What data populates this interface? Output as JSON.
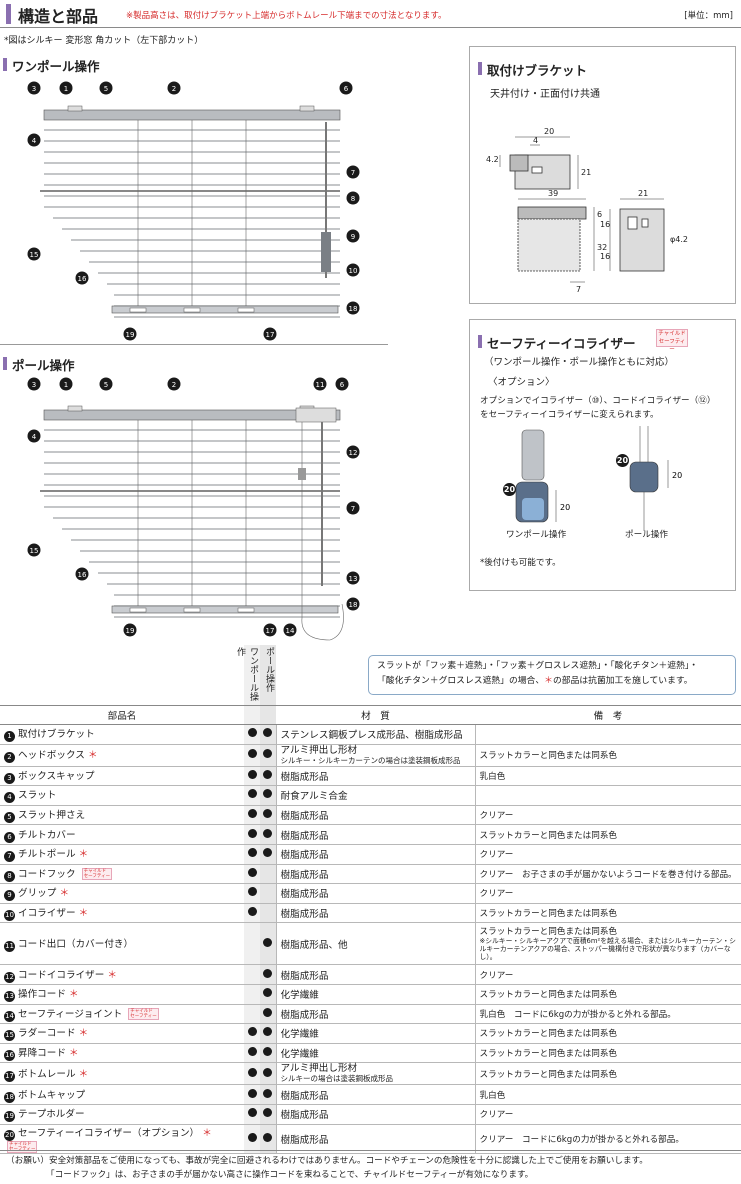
{
  "header": {
    "title": "構造と部品",
    "note": "※製品高さは、取付けブラケット上端からボトムレール下端までの寸法となります。",
    "unit": "[単位：mm]"
  },
  "diagram_note": "*図はシルキー 変形窓 角カット（左下部カット）",
  "sections": {
    "one_pole": "ワンポール操作",
    "pole": "ポール操作",
    "bracket": "取付けブラケット",
    "safety": "セーフティーイコライザー"
  },
  "bracket": {
    "subtitle": "天井付け・正面付け共通",
    "dims": [
      "4.2",
      "20",
      "4",
      "21",
      "39",
      "6",
      "32",
      "7",
      "21",
      "16",
      "16",
      "φ4.2"
    ]
  },
  "safety": {
    "line1": "（ワンポール操作・ポール操作ともに対応）",
    "line2": "〈オプション〉",
    "desc1": "オプションでイコライザー（⑩）、コードイコライザー（⑫）",
    "desc2": "をセーフティーイコライザーに変えられます。",
    "label_a": "ワンポール操作",
    "label_b": "ポール操作",
    "dim": "20",
    "note": "*後付けも可能です。",
    "badge": "20"
  },
  "child_tag": {
    "l1": "チャイルド",
    "l2": "セーフティー"
  },
  "callouts": {
    "one_pole": [
      "3",
      "1",
      "5",
      "2",
      "6",
      "4",
      "7",
      "8",
      "9",
      "10",
      "15",
      "16",
      "18",
      "19",
      "17"
    ],
    "pole": [
      "3",
      "1",
      "5",
      "2",
      "11",
      "6",
      "4",
      "12",
      "7",
      "15",
      "16",
      "13",
      "18",
      "19",
      "17",
      "14"
    ]
  },
  "antibac": {
    "l1": "スラットが「フッ素＋遮熱」・「フッ素＋グロスレス遮熱」・「酸化チタン＋遮熱」・",
    "l2": "「酸化チタン＋グロスレス遮熱」の場合、",
    "mark": "＊",
    "l3": "の部品は抗菌加工を施しています。"
  },
  "table": {
    "headers": {
      "name": "部品名",
      "col_a": "ワンポール操作",
      "col_b": "ポール操作",
      "material": "材　質",
      "remarks": "備　考"
    },
    "rows": [
      {
        "n": "1",
        "name": "取付けブラケット",
        "ast": "",
        "tag": false,
        "a": true,
        "b": true,
        "mat": "ステンレス鋼板プレス成形品、樹脂成形品",
        "mat2": "",
        "rem": "",
        "rem2": ""
      },
      {
        "n": "2",
        "name": "ヘッドボックス",
        "ast": "＊",
        "tag": false,
        "a": true,
        "b": true,
        "mat": "アルミ押出し形材",
        "mat2": "シルキー・シルキーカーテンの場合は塗装鋼板成形品",
        "rem": "スラットカラーと同色または同系色",
        "rem2": ""
      },
      {
        "n": "3",
        "name": "ボックスキャップ",
        "ast": "",
        "tag": false,
        "a": true,
        "b": true,
        "mat": "樹脂成形品",
        "mat2": "",
        "rem": "乳白色",
        "rem2": ""
      },
      {
        "n": "4",
        "name": "スラット",
        "ast": "",
        "tag": false,
        "a": true,
        "b": true,
        "mat": "耐食アルミ合金",
        "mat2": "",
        "rem": "",
        "rem2": ""
      },
      {
        "n": "5",
        "name": "スラット押さえ",
        "ast": "",
        "tag": false,
        "a": true,
        "b": true,
        "mat": "樹脂成形品",
        "mat2": "",
        "rem": "クリアー",
        "rem2": ""
      },
      {
        "n": "6",
        "name": "チルトカバー",
        "ast": "",
        "tag": false,
        "a": true,
        "b": true,
        "mat": "樹脂成形品",
        "mat2": "",
        "rem": "スラットカラーと同色または同系色",
        "rem2": ""
      },
      {
        "n": "7",
        "name": "チルトポール",
        "ast": "＊",
        "tag": false,
        "a": true,
        "b": true,
        "mat": "樹脂成形品",
        "mat2": "",
        "rem": "クリアー",
        "rem2": ""
      },
      {
        "n": "8",
        "name": "コードフック",
        "ast": "",
        "tag": true,
        "a": true,
        "b": false,
        "mat": "樹脂成形品",
        "mat2": "",
        "rem": "クリアー　お子さまの手が届かないようコードを巻き付ける部品。",
        "rem2": ""
      },
      {
        "n": "9",
        "name": "グリップ",
        "ast": "＊",
        "tag": false,
        "a": true,
        "b": false,
        "mat": "樹脂成形品",
        "mat2": "",
        "rem": "クリアー",
        "rem2": ""
      },
      {
        "n": "10",
        "name": "イコライザー",
        "ast": "＊",
        "tag": false,
        "a": true,
        "b": false,
        "mat": "樹脂成形品",
        "mat2": "",
        "rem": "スラットカラーと同色または同系色",
        "rem2": ""
      },
      {
        "n": "11",
        "name": "コード出口（カバー付き）",
        "ast": "",
        "tag": false,
        "a": false,
        "b": true,
        "mat": "樹脂成形品、他",
        "mat2": "",
        "rem": "スラットカラーと同色または同系色",
        "rem2": "※シルキー・シルキーアクアで面積6m²を越える場合、またはシルキーカーテン・シルキーカーテンアクアの場合、ストッパー機構付きで形状が異なります（カバーなし）。"
      },
      {
        "n": "12",
        "name": "コードイコライザー",
        "ast": "＊",
        "tag": false,
        "a": false,
        "b": true,
        "mat": "樹脂成形品",
        "mat2": "",
        "rem": "クリアー",
        "rem2": ""
      },
      {
        "n": "13",
        "name": "操作コード",
        "ast": "＊",
        "tag": false,
        "a": false,
        "b": true,
        "mat": "化学繊維",
        "mat2": "",
        "rem": "スラットカラーと同色または同系色",
        "rem2": ""
      },
      {
        "n": "14",
        "name": "セーフティージョイント",
        "ast": "",
        "tag": true,
        "a": false,
        "b": true,
        "mat": "樹脂成形品",
        "mat2": "",
        "rem": "乳白色　コードに6kgの力が掛かると外れる部品。",
        "rem2": ""
      },
      {
        "n": "15",
        "name": "ラダーコード",
        "ast": "＊",
        "tag": false,
        "a": true,
        "b": true,
        "mat": "化学繊維",
        "mat2": "",
        "rem": "スラットカラーと同色または同系色",
        "rem2": ""
      },
      {
        "n": "16",
        "name": "昇降コード",
        "ast": "＊",
        "tag": false,
        "a": true,
        "b": true,
        "mat": "化学繊維",
        "mat2": "",
        "rem": "スラットカラーと同色または同系色",
        "rem2": ""
      },
      {
        "n": "17",
        "name": "ボトムレール",
        "ast": "＊",
        "tag": false,
        "a": true,
        "b": true,
        "mat": "アルミ押出し形材",
        "mat2": "シルキーの場合は塗装鋼板成形品",
        "rem": "スラットカラーと同色または同系色",
        "rem2": ""
      },
      {
        "n": "18",
        "name": "ボトムキャップ",
        "ast": "",
        "tag": false,
        "a": true,
        "b": true,
        "mat": "樹脂成形品",
        "mat2": "",
        "rem": "乳白色",
        "rem2": ""
      },
      {
        "n": "19",
        "name": "テープホルダー",
        "ast": "",
        "tag": false,
        "a": true,
        "b": true,
        "mat": "樹脂成形品",
        "mat2": "",
        "rem": "クリアー",
        "rem2": ""
      },
      {
        "n": "20",
        "name": "セーフティーイコライザー（オプション）",
        "ast": "＊",
        "tag": true,
        "a": true,
        "b": true,
        "mat": "樹脂成形品",
        "mat2": "",
        "rem": "クリアー　コードに6kgの力が掛かると外れる部品。",
        "rem2": ""
      }
    ]
  },
  "footer": {
    "l1": "（お願い）安全対策部品をご使用になっても、事故が完全に回避されるわけではありません。コードやチェーンの危険性を十分に認識した上でご使用をお願いします。",
    "l2": "「コードフック」は、お子さまの手が届かない高さに操作コードを束ねることで、チャイルドセーフティーが有効になります。"
  }
}
